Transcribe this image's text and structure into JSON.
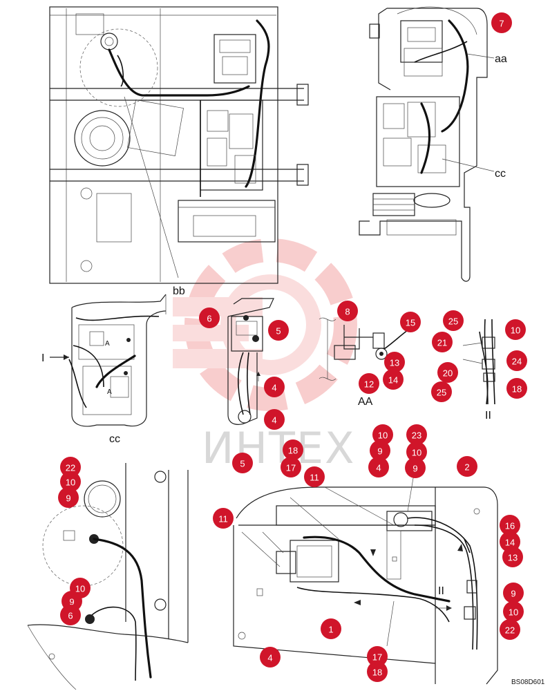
{
  "labels": {
    "aa": "aa",
    "bb": "bb",
    "cc_top": "cc",
    "cc_detail": "cc",
    "AA": "AA",
    "I": "I",
    "II_detail": "II",
    "II_main": "II"
  },
  "watermark": "ИНТЕХ",
  "drawing_code": "BS08D601",
  "callouts": [
    {
      "id": "c7",
      "n": "7"
    },
    {
      "id": "c6a",
      "n": "6"
    },
    {
      "id": "c5a",
      "n": "5"
    },
    {
      "id": "c4a",
      "n": "4"
    },
    {
      "id": "c4b",
      "n": "4"
    },
    {
      "id": "c8",
      "n": "8"
    },
    {
      "id": "c15",
      "n": "15"
    },
    {
      "id": "c13a",
      "n": "13"
    },
    {
      "id": "c12",
      "n": "12"
    },
    {
      "id": "c14a",
      "n": "14"
    },
    {
      "id": "c25a",
      "n": "25"
    },
    {
      "id": "c10a",
      "n": "10"
    },
    {
      "id": "c21",
      "n": "21"
    },
    {
      "id": "c24",
      "n": "24"
    },
    {
      "id": "c20",
      "n": "20"
    },
    {
      "id": "c25b",
      "n": "25"
    },
    {
      "id": "c18a",
      "n": "18"
    },
    {
      "id": "c22a",
      "n": "22"
    },
    {
      "id": "c10b",
      "n": "10"
    },
    {
      "id": "c9a",
      "n": "9"
    },
    {
      "id": "c10c",
      "n": "10"
    },
    {
      "id": "c9b",
      "n": "9"
    },
    {
      "id": "c6b",
      "n": "6"
    },
    {
      "id": "c5b",
      "n": "5"
    },
    {
      "id": "c18b",
      "n": "18"
    },
    {
      "id": "c17a",
      "n": "17"
    },
    {
      "id": "c10d",
      "n": "10"
    },
    {
      "id": "c23",
      "n": "23"
    },
    {
      "id": "c9c",
      "n": "9"
    },
    {
      "id": "c10e",
      "n": "10"
    },
    {
      "id": "c4c",
      "n": "4"
    },
    {
      "id": "c9d",
      "n": "9"
    },
    {
      "id": "c11a",
      "n": "11"
    },
    {
      "id": "c2",
      "n": "2"
    },
    {
      "id": "c11b",
      "n": "11"
    },
    {
      "id": "c16",
      "n": "16"
    },
    {
      "id": "c14b",
      "n": "14"
    },
    {
      "id": "c13b",
      "n": "13"
    },
    {
      "id": "c9e",
      "n": "9"
    },
    {
      "id": "c10f",
      "n": "10"
    },
    {
      "id": "c22b",
      "n": "22"
    },
    {
      "id": "c1",
      "n": "1"
    },
    {
      "id": "c4d",
      "n": "4"
    },
    {
      "id": "c17b",
      "n": "17"
    },
    {
      "id": "c18c",
      "n": "18"
    }
  ],
  "colors": {
    "callout": "#d0152a",
    "line": "#222222",
    "watermark_gear": "#f4b9b9"
  }
}
